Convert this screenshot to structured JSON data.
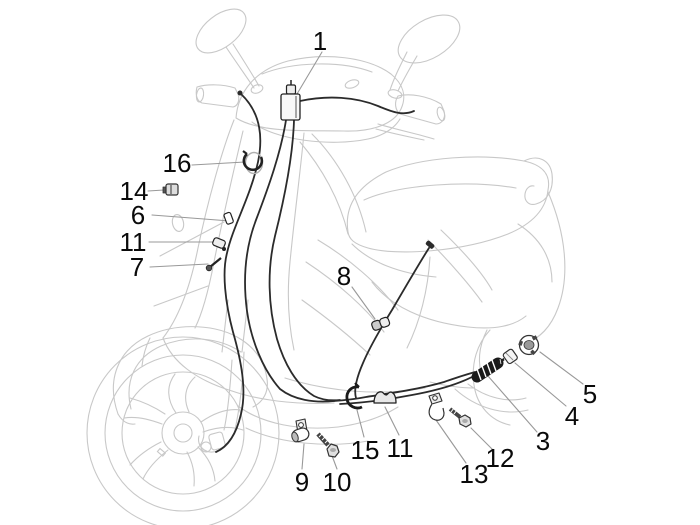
{
  "diagram": {
    "subject": "Scooter control-cables parts diagram",
    "background_color": "#ffffff",
    "body_line_color": "#c8c8c8",
    "cable_color": "#2b2b2b",
    "leader_line_color": "#999999",
    "label_color": "#0a0a0a",
    "callouts": [
      {
        "label": "1",
        "part": "cable-splitter"
      },
      {
        "label": "16",
        "part": "cable-guide-ring"
      },
      {
        "label": "14",
        "part": "clip"
      },
      {
        "label": "6",
        "part": "front-cable-adjuster"
      },
      {
        "label": "11",
        "part": "cable-clamp-upper"
      },
      {
        "label": "7",
        "part": "adjuster-screw"
      },
      {
        "label": "8",
        "part": "rear-cable-clamp"
      },
      {
        "label": "9",
        "part": "clamp-bracket-front"
      },
      {
        "label": "10",
        "part": "hex-bolt-front"
      },
      {
        "label": "15",
        "part": "c-clip"
      },
      {
        "label": "11",
        "part": "cable-clamp-lower"
      },
      {
        "label": "13",
        "part": "clamp-bracket-rear"
      },
      {
        "label": "12",
        "part": "hex-bolt-rear"
      },
      {
        "label": "3",
        "part": "rear-brake-cable-adjuster"
      },
      {
        "label": "4",
        "part": "bushing"
      },
      {
        "label": "5",
        "part": "adjuster-nut"
      }
    ]
  }
}
